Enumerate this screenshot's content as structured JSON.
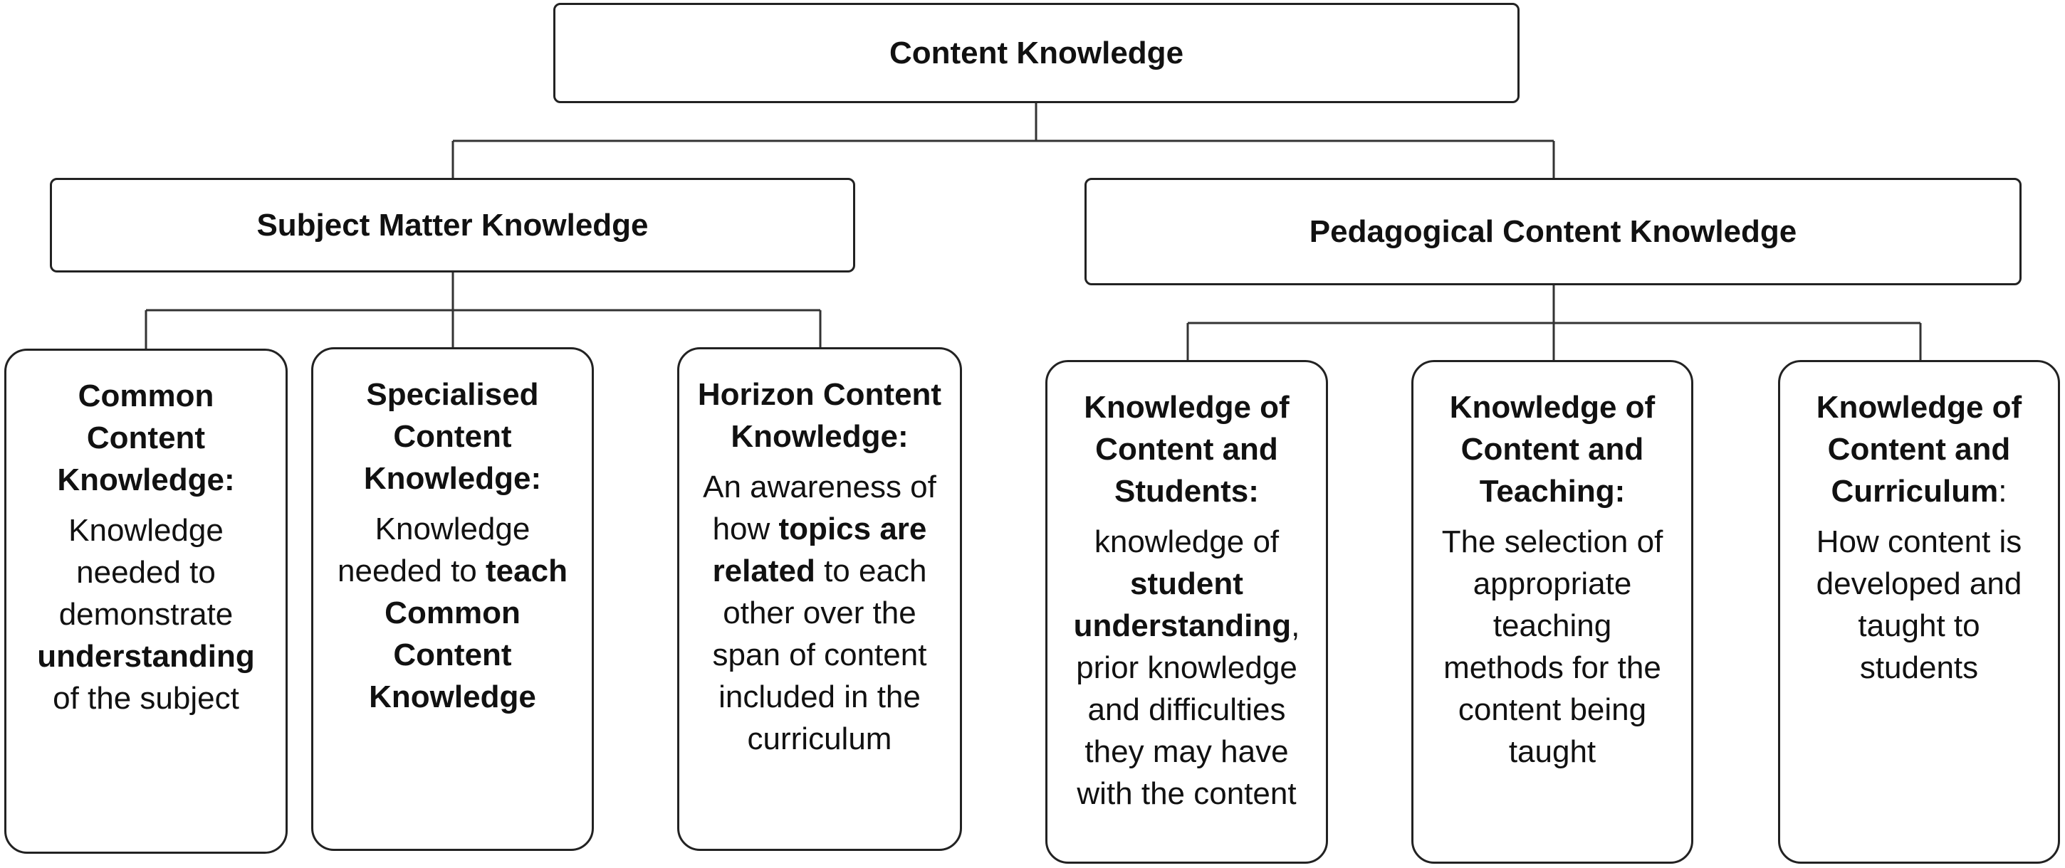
{
  "root": {
    "label": "Content Knowledge"
  },
  "branches": [
    {
      "label": "Subject Matter Knowledge"
    },
    {
      "label": "Pedagogical Content Knowledge"
    }
  ],
  "leaves": [
    {
      "title": "Common Content Knowledge:",
      "desc_parts": [
        "Knowledge needed to demonstrate ",
        "understanding",
        " of the subject"
      ]
    },
    {
      "title": "Specialised Content Knowledge:",
      "desc_parts": [
        "Knowledge needed to ",
        "teach Common Content Knowledge",
        ""
      ]
    },
    {
      "title": "Horizon Content Knowledge:",
      "desc_parts": [
        "An awareness of how ",
        "topics are related",
        " to each other over the span of content included in the curriculum"
      ]
    },
    {
      "title": "Knowledge of Content and Students:",
      "desc_parts": [
        "knowledge of ",
        "student understanding",
        ", prior knowledge and difficulties they may have with the content"
      ]
    },
    {
      "title": "Knowledge of Content and Teaching:",
      "desc": "The selection of appropriate teaching methods for the content being taught"
    },
    {
      "title_main": "Knowledge of Content and Curriculum",
      "title_suffix": ":",
      "desc": "How content is developed and taught to students"
    }
  ]
}
